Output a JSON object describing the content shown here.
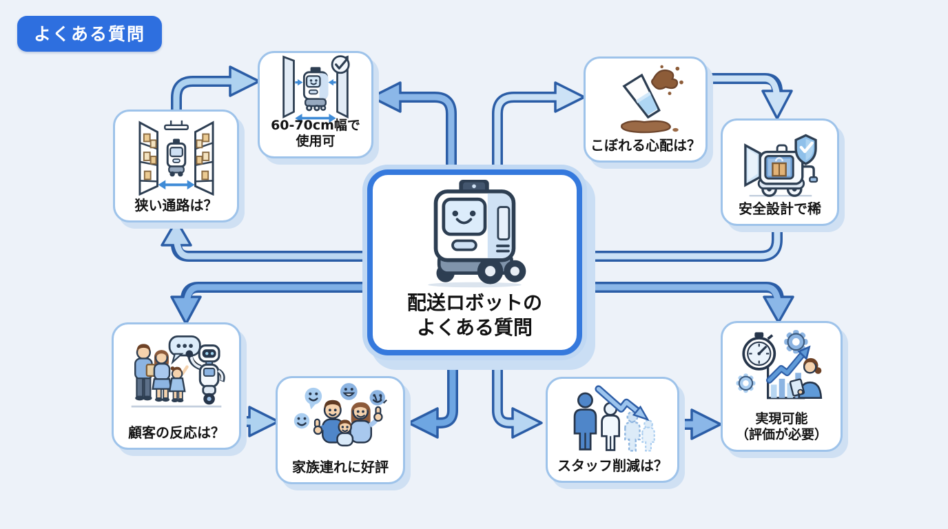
{
  "badge": {
    "label": "よくある質問"
  },
  "center": {
    "icon": "delivery-robot-icon",
    "title_line1": "配送ロボットの",
    "title_line2": "よくある質問"
  },
  "nodes": {
    "narrow_aisle_q": {
      "label": "狭い通路は？",
      "icon": "narrow-aisle-robot-icon"
    },
    "width_a": {
      "label": "60-70cm幅で",
      "label2": "使用可",
      "icon": "robot-width-check-icon"
    },
    "spill_q": {
      "label": "こぼれる心配は？",
      "icon": "spilled-cup-icon"
    },
    "safety_a": {
      "label": "安全設計で稀",
      "icon": "robot-shield-icon"
    },
    "customer_q": {
      "label": "顧客の反応は？",
      "icon": "family-robot-greeting-icon"
    },
    "family_a": {
      "label": "家族連れに好評",
      "icon": "happy-family-thumbs-up-icon"
    },
    "staff_q": {
      "label": "スタッフ削減は？",
      "icon": "staff-reduction-icon"
    },
    "feasible_a": {
      "label": "実現可能",
      "label2": "（評価が必要）",
      "icon": "evaluation-chart-icon"
    }
  },
  "edges": [
    {
      "from": "narrow_aisle_q",
      "to": "width_a"
    },
    {
      "from": "center",
      "to": "width_a"
    },
    {
      "from": "center",
      "to": "narrow_aisle_q"
    },
    {
      "from": "center",
      "to": "spill_q"
    },
    {
      "from": "spill_q",
      "to": "safety_a"
    },
    {
      "from": "safety_a",
      "to": "center"
    },
    {
      "from": "center",
      "to": "feasible_a"
    },
    {
      "from": "center",
      "to": "customer_q"
    },
    {
      "from": "customer_q",
      "to": "family_a"
    },
    {
      "from": "center",
      "to": "family_a"
    },
    {
      "from": "center",
      "to": "staff_q"
    },
    {
      "from": "staff_q",
      "to": "feasible_a"
    }
  ],
  "colors": {
    "background": "#edf2f9",
    "badge_blue": "#2e6fdf",
    "center_border": "#3579dd",
    "box_border": "#9ec3ea",
    "arrow_outline": "#2b5da6",
    "arrow_fill_medium": "#8bb7e8",
    "arrow_fill_light": "#cce2f6",
    "text": "#141414"
  }
}
